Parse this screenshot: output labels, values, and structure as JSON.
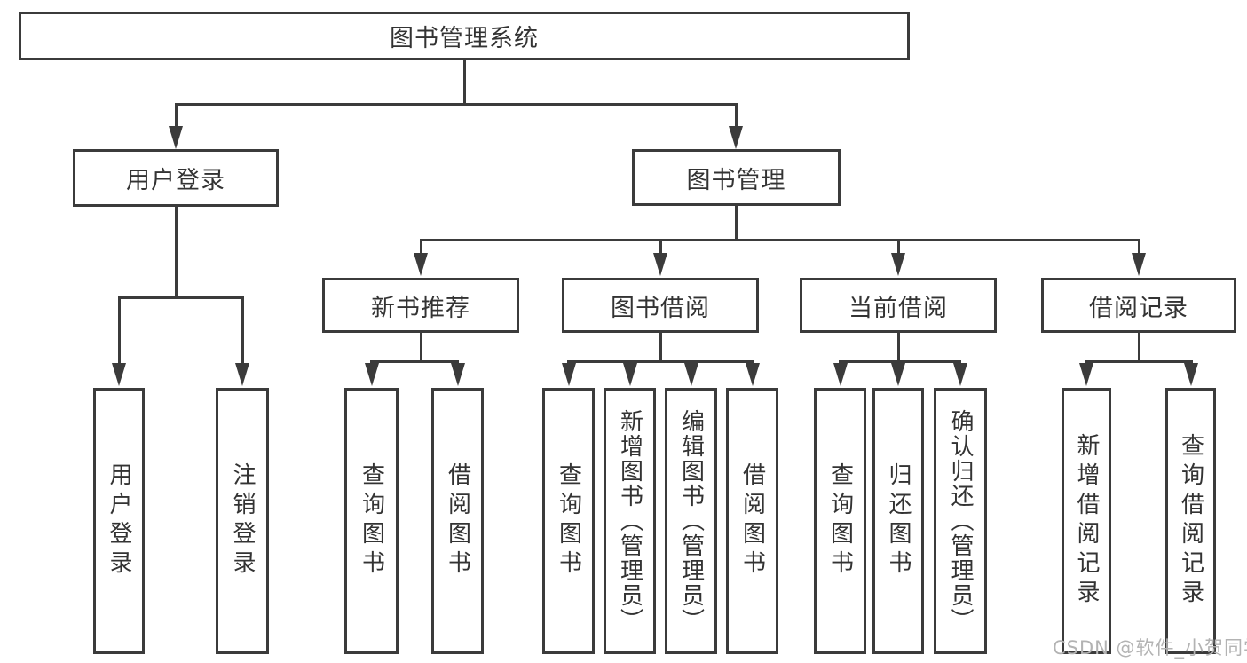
{
  "diagram": {
    "root": {
      "label": "图书管理系统",
      "children": [
        {
          "label": "用户登录",
          "children": [
            {
              "label": "用户登录"
            },
            {
              "label": "注销登录"
            }
          ]
        },
        {
          "label": "图书管理",
          "children": [
            {
              "label": "新书推荐",
              "children": [
                {
                  "label": "查询图书"
                },
                {
                  "label": "借阅图书"
                }
              ]
            },
            {
              "label": "图书借阅",
              "children": [
                {
                  "label": "查询图书"
                },
                {
                  "label": "新增图书（管理员）"
                },
                {
                  "label": "编辑图书（管理员）"
                },
                {
                  "label": "借阅图书"
                }
              ]
            },
            {
              "label": "当前借阅",
              "children": [
                {
                  "label": "查询图书"
                },
                {
                  "label": "归还图书"
                },
                {
                  "label": "确认归还（管理员）"
                }
              ]
            },
            {
              "label": "借阅记录",
              "children": [
                {
                  "label": "新增借阅记录"
                },
                {
                  "label": "查询借阅记录"
                }
              ]
            }
          ]
        }
      ]
    }
  },
  "watermark": {
    "text": "CSDN @软件_小贺同学"
  },
  "colors": {
    "line": "#3b3b3b",
    "text": "#333333",
    "wm": "#b3b3b3",
    "bg": "#ffffff"
  }
}
